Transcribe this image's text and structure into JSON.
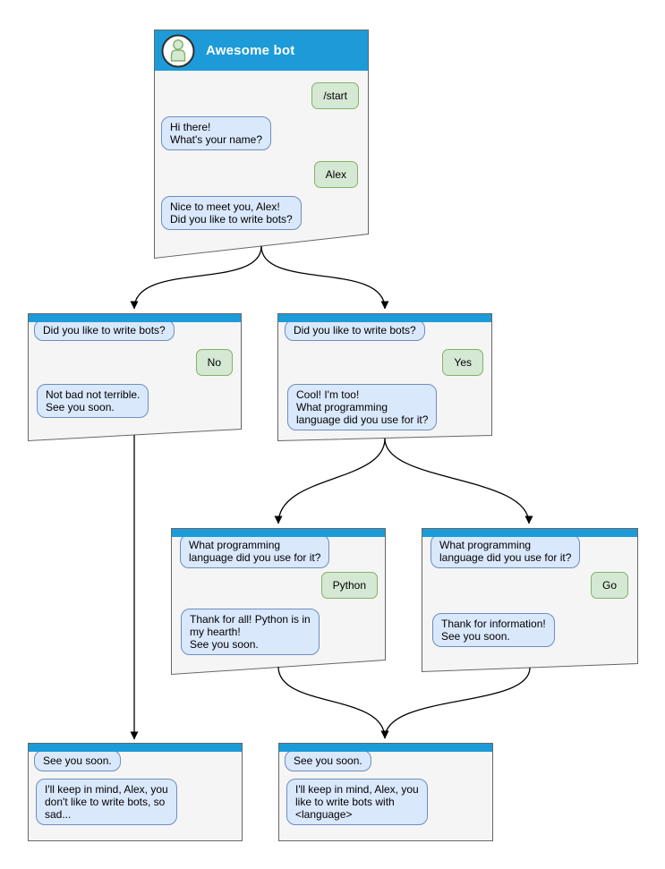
{
  "colors": {
    "header_blue": "#1c9bd8",
    "window_bg": "#f5f5f5",
    "window_border": "#666666",
    "bot_bubble_bg": "#dae8fc",
    "bot_bubble_border": "#6c8ebf",
    "user_bubble_bg": "#d5e8d4",
    "user_bubble_border": "#82b366",
    "title_text": "#ffffff",
    "message_text": "#000000",
    "arrow": "#000000"
  },
  "windows": [
    {
      "id": "root",
      "title": "Awesome bot",
      "avatar_icon": "person-icon",
      "messages": [
        {
          "from": "user",
          "text": "/start"
        },
        {
          "from": "bot",
          "text": "Hi there!\nWhat's your name?"
        },
        {
          "from": "user",
          "text": "Alex"
        },
        {
          "from": "bot",
          "text": "Nice to meet you, Alex!\nDid you like to write bots?"
        }
      ]
    },
    {
      "id": "branch-no",
      "messages": [
        {
          "from": "bot",
          "text": "Did you like to write bots?"
        },
        {
          "from": "user",
          "text": "No"
        },
        {
          "from": "bot",
          "text": "Not bad not terrible.\nSee you soon."
        }
      ]
    },
    {
      "id": "branch-yes",
      "messages": [
        {
          "from": "bot",
          "text": "Did you like to write bots?"
        },
        {
          "from": "user",
          "text": "Yes"
        },
        {
          "from": "bot",
          "text": "Cool! I'm too!\nWhat programming\nlanguage did you use for it?"
        }
      ]
    },
    {
      "id": "branch-python",
      "messages": [
        {
          "from": "bot",
          "text": "What programming\nlanguage did you use for it?"
        },
        {
          "from": "user",
          "text": "Python"
        },
        {
          "from": "bot",
          "text": "Thank for all! Python is in\nmy hearth!\nSee you soon."
        }
      ]
    },
    {
      "id": "branch-go",
      "messages": [
        {
          "from": "bot",
          "text": "What programming\nlanguage did you use for it?"
        },
        {
          "from": "user",
          "text": "Go"
        },
        {
          "from": "bot",
          "text": "Thank for information!\nSee you soon."
        }
      ]
    },
    {
      "id": "end-no",
      "messages": [
        {
          "from": "bot",
          "text": "See you soon."
        },
        {
          "from": "bot",
          "text": "I'll keep in mind, Alex, you\ndon't like to write bots, so\nsad..."
        }
      ]
    },
    {
      "id": "end-yes",
      "messages": [
        {
          "from": "bot",
          "text": "See you soon."
        },
        {
          "from": "bot",
          "text": "I'll keep in mind, Alex, you\nlike to write bots with\n<language>"
        }
      ]
    }
  ]
}
